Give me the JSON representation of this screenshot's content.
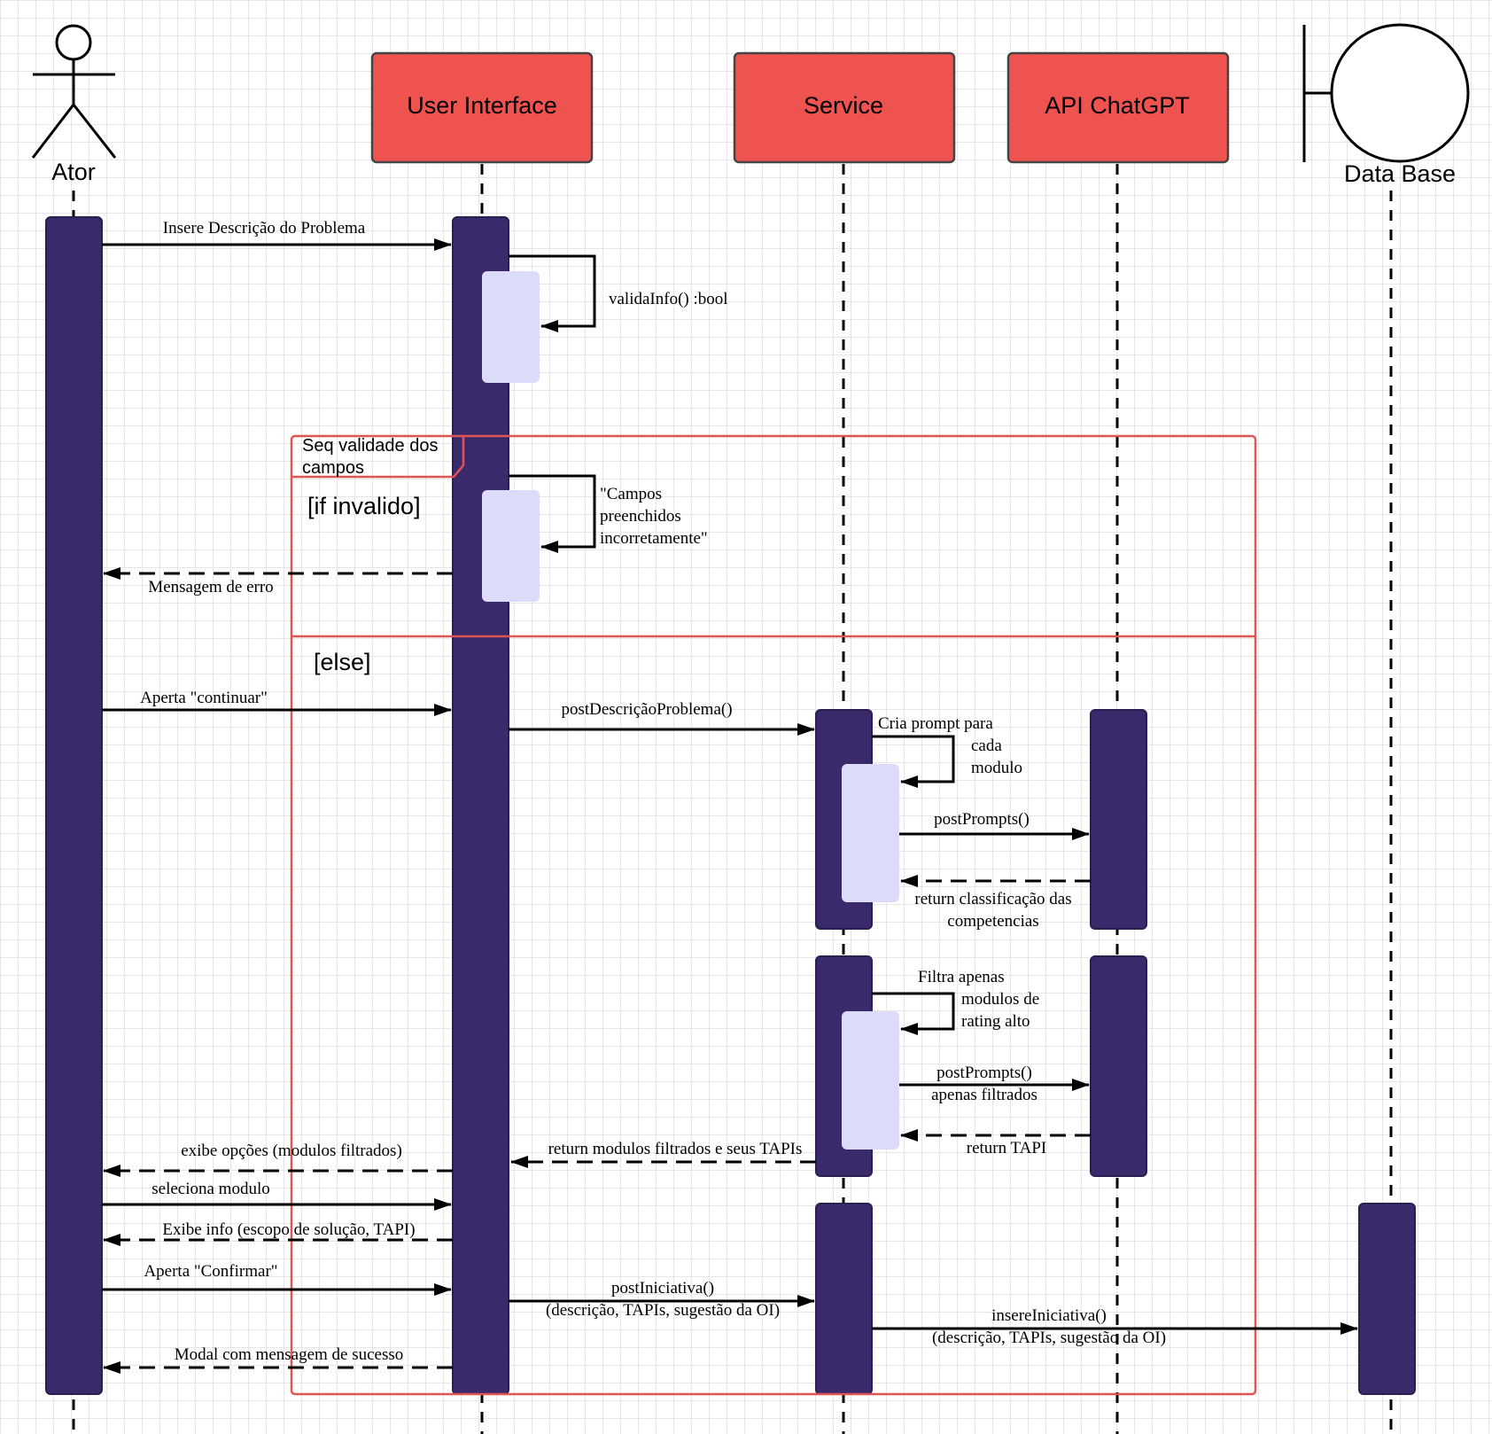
{
  "participants": {
    "actor": "Ator",
    "ui": "User Interface",
    "service": "Service",
    "api": "API ChatGPT",
    "db": "Data Base"
  },
  "colors": {
    "participant_fill": "#ef5350",
    "activation": "#3b2a6b",
    "nested_activation": "#dcdcfa",
    "frame": "#e05454"
  },
  "fragment": {
    "name_line1": "Seq validade dos",
    "name_line2": "campos",
    "guard_if": "[if invalido]",
    "guard_else": "[else]"
  },
  "messages": {
    "m1": "Insere Descrição do Problema",
    "m2": "validaInfo() :bool",
    "m3_l1": "\"Campos",
    "m3_l2": "preenchidos",
    "m3_l3": "incorretamente\"",
    "m4": "Mensagem de erro",
    "m5": "Aperta \"continuar\"",
    "m6": "postDescriçãoProblema()",
    "m7_l1": "Cria prompt para",
    "m7_l2": "cada",
    "m7_l3": "modulo",
    "m8": "postPrompts()",
    "m9_l1": "return classificação das",
    "m9_l2": "competencias",
    "m10_l1": "Filtra apenas",
    "m10_l2": "modulos de",
    "m10_l3": "rating alto",
    "m11_l1": "postPrompts()",
    "m11_l2": "apenas filtrados",
    "m12": "return TAPI",
    "m13": "return modulos filtrados e seus TAPIs",
    "m14": "exibe opções (modulos filtrados)",
    "m15": "seleciona modulo",
    "m16": "Exibe info (escopo de solução, TAPI)",
    "m17": "Aperta \"Confirmar\"",
    "m18_l1": "postIniciativa()",
    "m18_l2": "(descrição, TAPIs, sugestão da OI)",
    "m19_l1": "insereIniciativa()",
    "m19_l2": "(descrição, TAPIs, sugestão da OI)",
    "m20": "Modal com mensagem de sucesso"
  }
}
